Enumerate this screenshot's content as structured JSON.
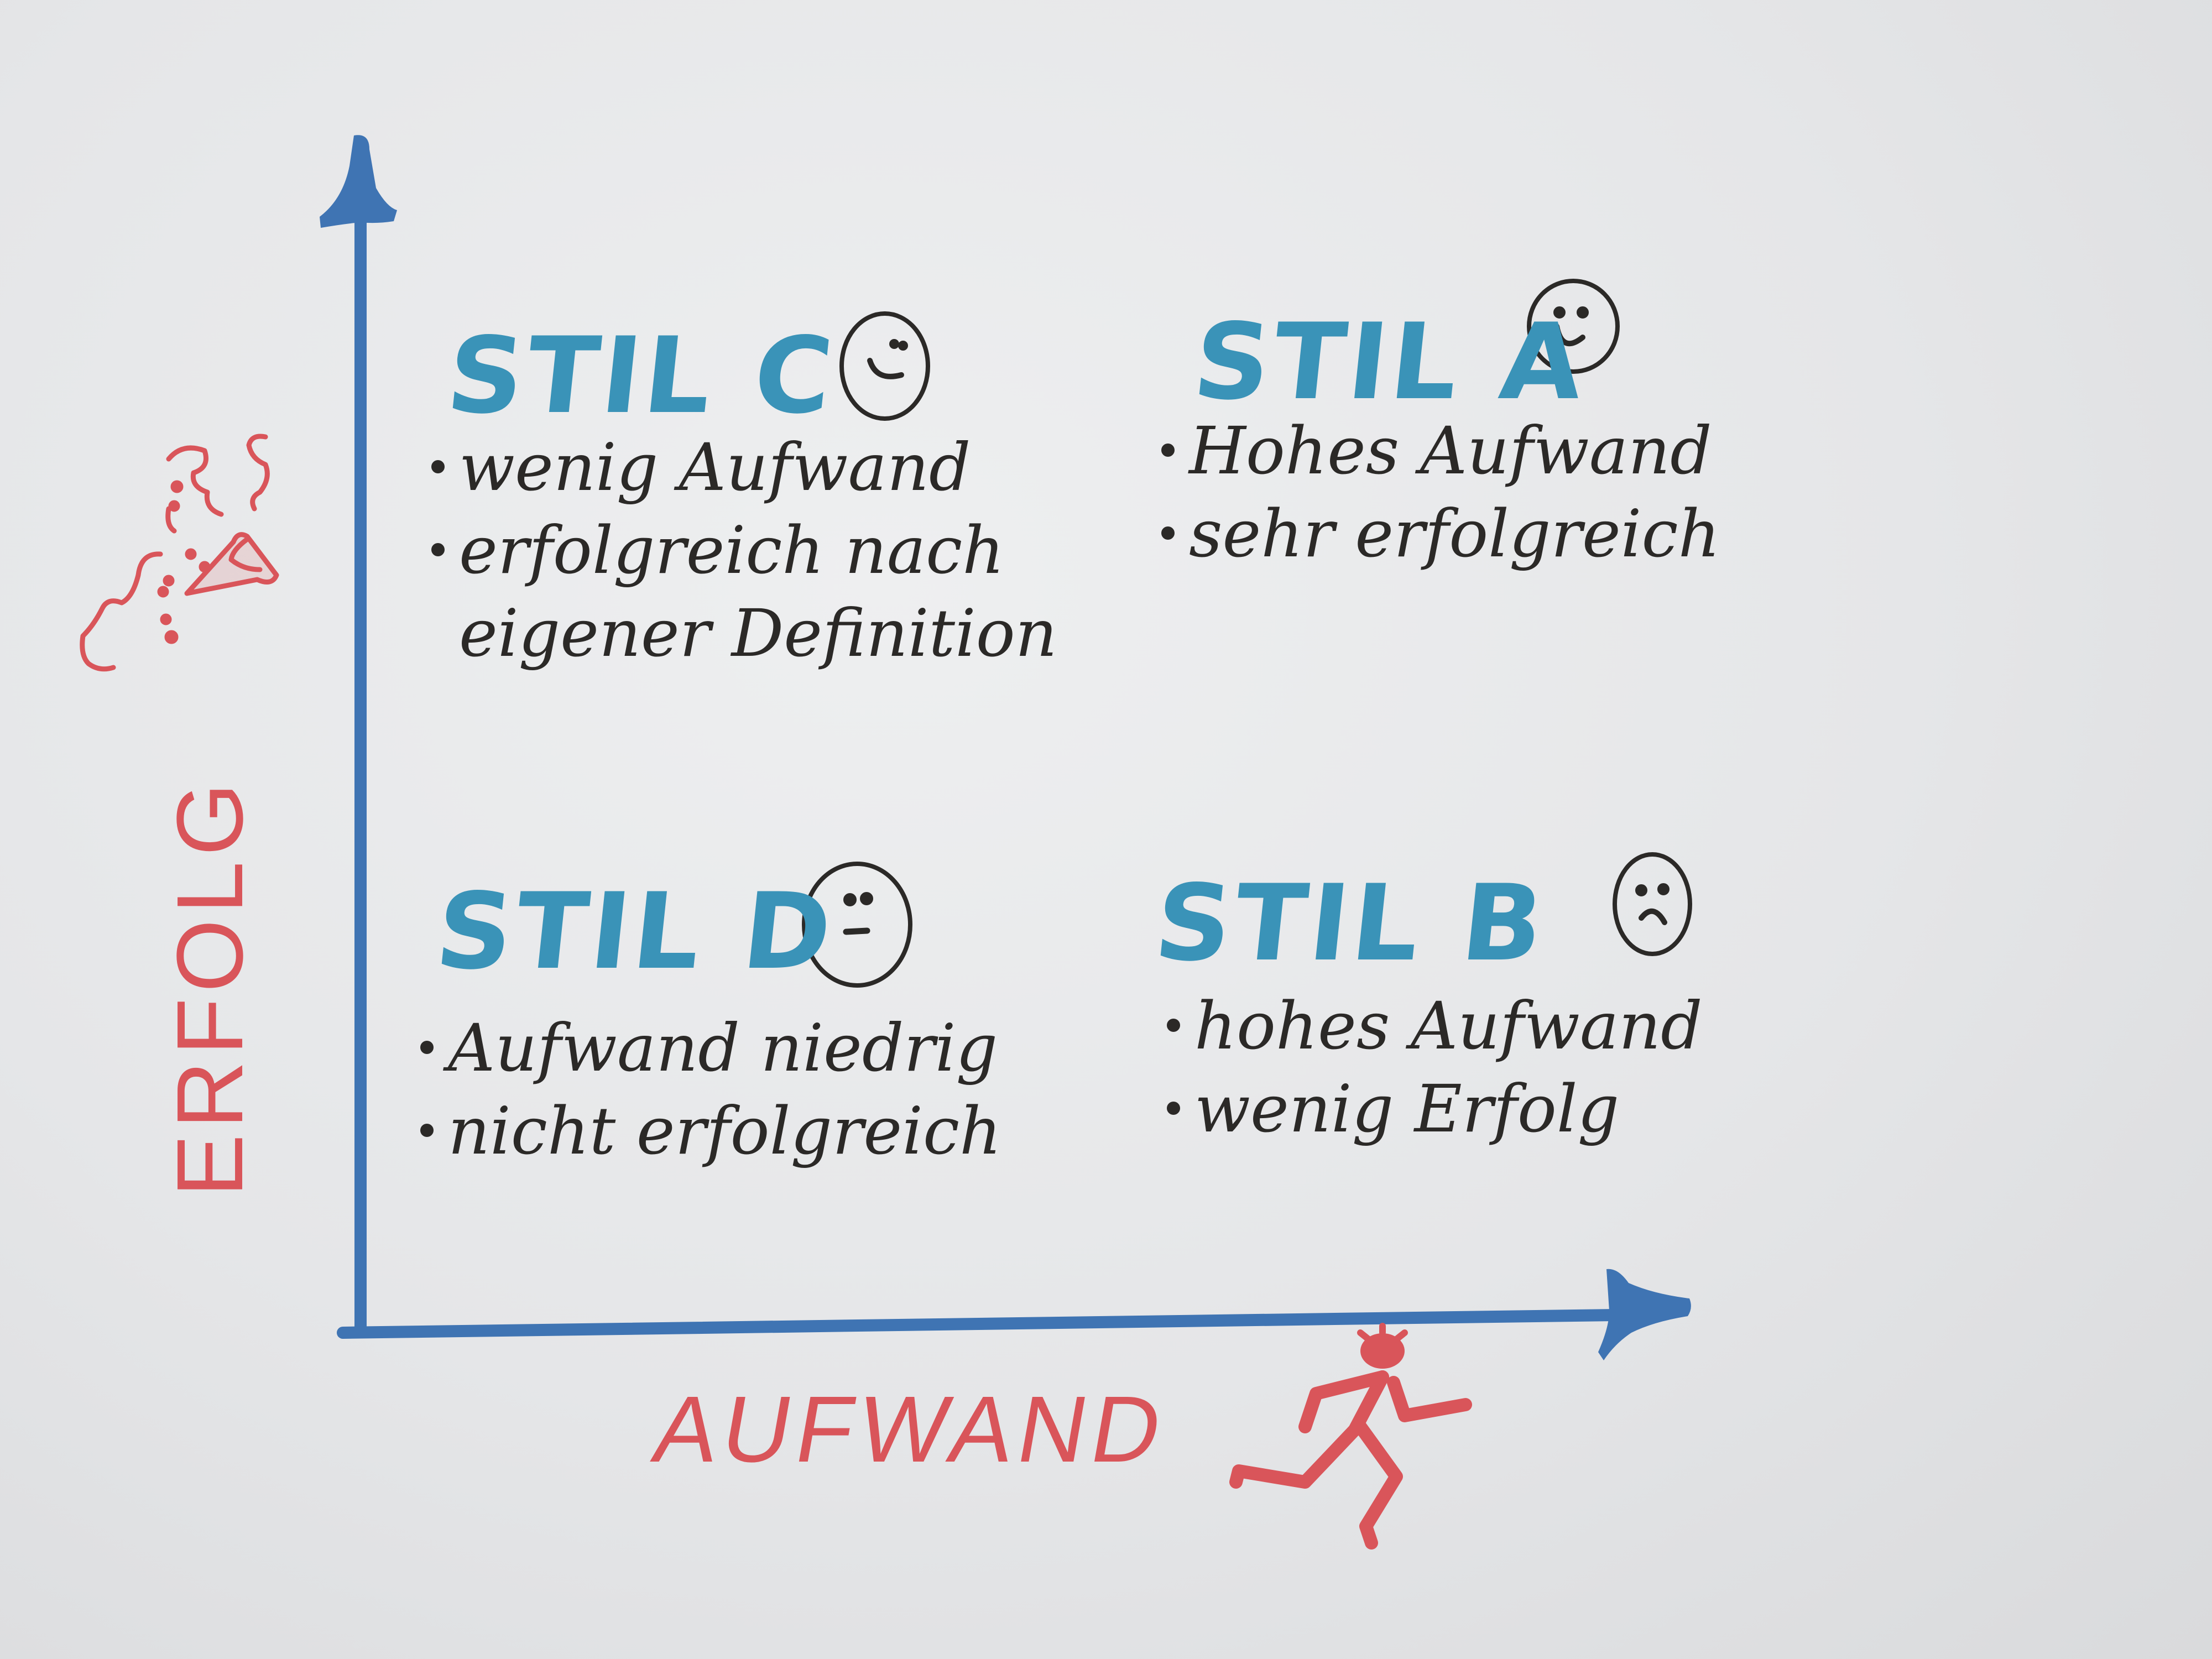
{
  "diagram": {
    "type": "2x2-matrix-sketch",
    "colors": {
      "paper": "#e6e7e9",
      "axis": "#3f74b3",
      "title": "#3a93b8",
      "ink": "#2b2927",
      "accent_red": "#d9555a"
    },
    "axes": {
      "x": {
        "label": "AUFWAND",
        "icon": "running-person-icon"
      },
      "y": {
        "label": "ERFOLG",
        "icon": "party-popper-icon"
      }
    },
    "quadrants": [
      {
        "id": "C",
        "position": "top-left",
        "title": "STIL C",
        "face": "smirk-face-icon",
        "bullets": [
          "wenig Aufwand",
          "erfolgreich nach"
        ],
        "continuation": "eigener Definition"
      },
      {
        "id": "A",
        "position": "top-right",
        "title": "STIL A",
        "face": "smiley-face-icon",
        "bullets": [
          "Hohes Aufwand",
          "sehr erfolgreich"
        ]
      },
      {
        "id": "D",
        "position": "bottom-left",
        "title": "STIL D",
        "face": "neutral-face-icon",
        "bullets": [
          "Aufwand niedrig",
          "nicht erfolgreich"
        ]
      },
      {
        "id": "B",
        "position": "bottom-right",
        "title": "STIL B",
        "face": "sad-face-icon",
        "bullets": [
          "hohes Aufwand",
          "wenig Erfolg"
        ]
      }
    ]
  }
}
